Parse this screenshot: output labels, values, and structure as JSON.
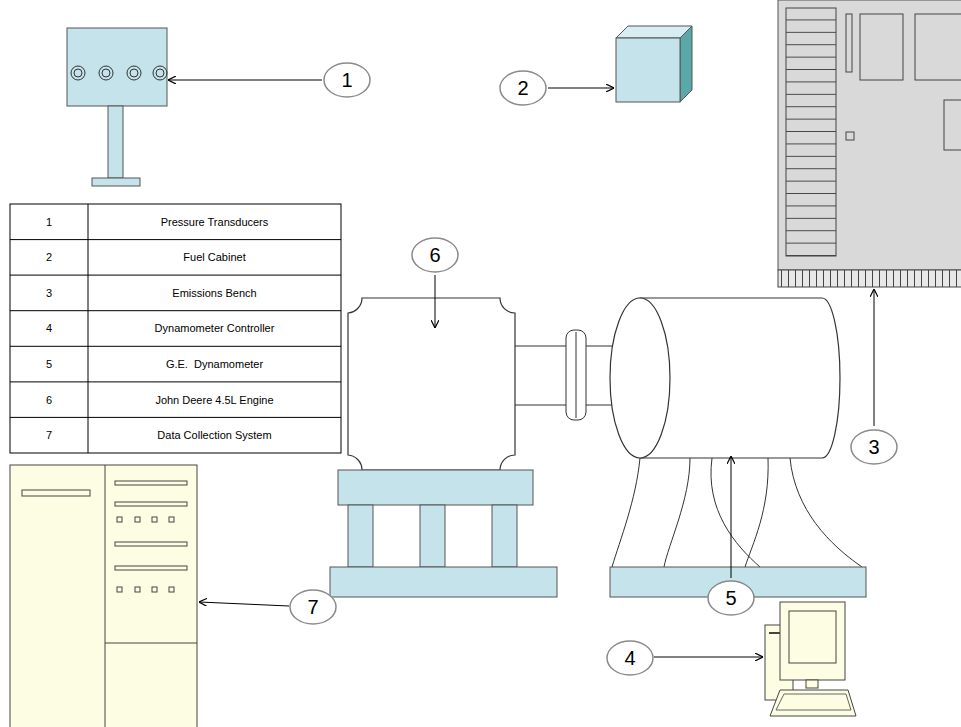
{
  "diagram": {
    "nodes": [
      {
        "text": [
          "1"
        ]
      },
      {
        "text": [
          "2"
        ]
      },
      {
        "text": [
          "6"
        ]
      },
      {
        "text": [
          "3"
        ]
      },
      {
        "text": [
          "5"
        ]
      },
      {
        "text": [
          "7"
        ]
      },
      {
        "text": [
          "4"
        ]
      }
    ],
    "labels": [
      "1",
      "Pressure Transducers",
      "2",
      "Fuel Cabinet",
      "3",
      "Emissions Bench",
      "4",
      "Dynamometer Controller",
      "5",
      "G.E.  Dynamometer",
      "6",
      "John Deere 4.5L Engine",
      "7",
      "Data Collection System"
    ]
  }
}
